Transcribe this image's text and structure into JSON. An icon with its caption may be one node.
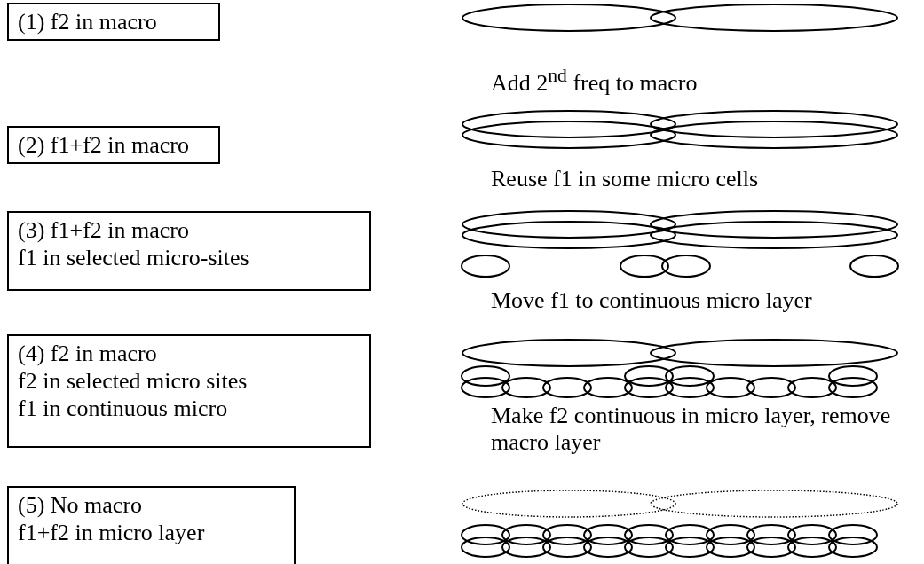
{
  "diagram": {
    "nodes": [
      {
        "text": [
          "(1) f2 in macro"
        ]
      },
      {
        "text": [
          "(2) f1+f2 in macro"
        ]
      },
      {
        "text": [
          "(3) f1+f2 in macro",
          "f1 in selected micro-sites"
        ]
      },
      {
        "text": [
          "(4) f2 in macro",
          "f2 in selected micro sites",
          "f1 in continuous micro"
        ]
      },
      {
        "text": [
          "(5) No macro",
          "f1+f2 in micro layer"
        ]
      }
    ],
    "edges": [],
    "labels": [
      "Add 2$^{nd}$ freq to macro",
      "Reuse f1 in some micro cells",
      "Move f1 to continuous micro layer",
      "Make f2 continuous in micro layer, remove macro layer"
    ]
  }
}
